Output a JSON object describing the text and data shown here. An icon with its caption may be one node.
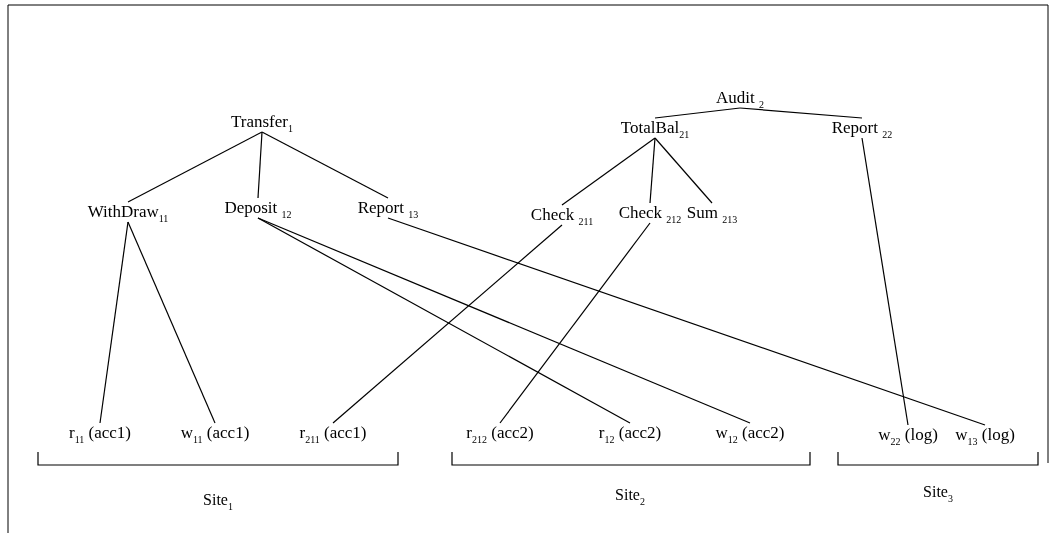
{
  "diagram": {
    "nodes": [
      {
        "text": [
          "Audit $_{2}$"
        ]
      },
      {
        "text": [
          "Transfer$_{1}$"
        ]
      },
      {
        "text": [
          "TotalBal$_{21}$"
        ]
      },
      {
        "text": [
          "Report $_{22}$"
        ]
      },
      {
        "text": [
          "WithDraw$_{11}$"
        ]
      },
      {
        "text": [
          "Deposit $_{12}$"
        ]
      },
      {
        "text": [
          "Report $_{13}$"
        ]
      },
      {
        "text": [
          "Check $_{211}$"
        ]
      },
      {
        "text": [
          "Check $_{212}$"
        ]
      },
      {
        "text": [
          "Sum $_{213}$"
        ]
      },
      {
        "text": [
          "r$_{11}$ (acc1)"
        ]
      },
      {
        "text": [
          "w$_{11}$ (acc1)"
        ]
      },
      {
        "text": [
          "r$_{211}$ (acc1)"
        ]
      },
      {
        "text": [
          "r$_{212}$ (acc2)"
        ]
      },
      {
        "text": [
          "r$_{12}$ (acc2)"
        ]
      },
      {
        "text": [
          "w$_{12}$ (acc2)"
        ]
      },
      {
        "text": [
          "w$_{22}$ (log)"
        ]
      },
      {
        "text": [
          "w$_{13}$ (log)"
        ]
      }
    ],
    "edges": [
      {
        "from": 0,
        "to": 2,
        "arrow": "none"
      },
      {
        "from": 0,
        "to": 3,
        "arrow": "none"
      },
      {
        "from": 1,
        "to": 4,
        "arrow": "none"
      },
      {
        "from": 1,
        "to": 5,
        "arrow": "none"
      },
      {
        "from": 1,
        "to": 6,
        "arrow": "none"
      },
      {
        "from": 2,
        "to": 7,
        "arrow": "none"
      },
      {
        "from": 2,
        "to": 8,
        "arrow": "none"
      },
      {
        "from": 2,
        "to": 9,
        "arrow": "none"
      },
      {
        "from": 4,
        "to": 10,
        "arrow": "none"
      },
      {
        "from": 4,
        "to": 11,
        "arrow": "none"
      },
      {
        "from": 5,
        "to": 14,
        "arrow": "none"
      },
      {
        "from": 5,
        "to": 15,
        "arrow": "none"
      },
      {
        "from": 6,
        "to": 17,
        "arrow": "none"
      },
      {
        "from": 7,
        "to": 12,
        "arrow": "none"
      },
      {
        "from": 8,
        "to": 13,
        "arrow": "none"
      },
      {
        "from": 3,
        "to": 16,
        "arrow": "none"
      }
    ],
    "labels": [
      "Site$_{1}$",
      "Site$_{2}$",
      "Site$_{3}$"
    ]
  }
}
